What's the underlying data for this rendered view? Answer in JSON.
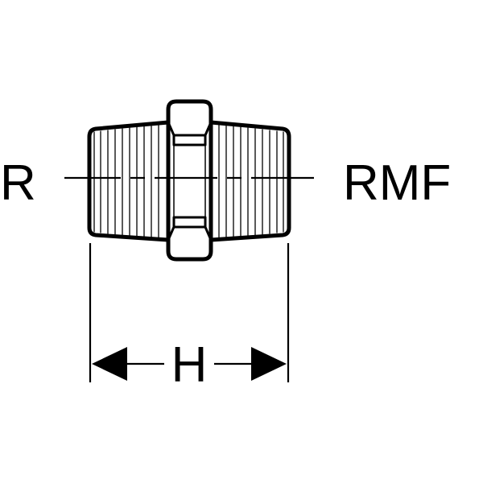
{
  "labels": {
    "left_thread": "R",
    "right_thread": "RMF",
    "dimension": "H"
  },
  "colors": {
    "stroke": "#000000",
    "background": "#ffffff"
  }
}
